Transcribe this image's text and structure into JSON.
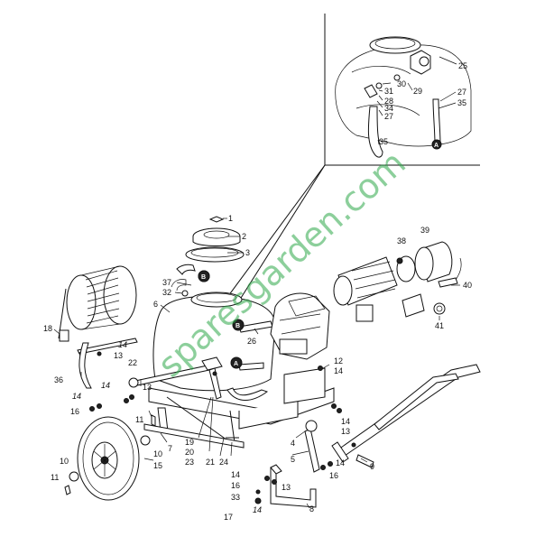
{
  "watermark": "sparesgarden.com",
  "callouts": {
    "inset": [
      "25",
      "30",
      "29",
      "31",
      "28",
      "34",
      "27",
      "27",
      "35",
      "35"
    ],
    "inset_markers": [
      "A"
    ],
    "main_markers": [
      "B",
      "B",
      "A"
    ],
    "main": [
      "1",
      "2",
      "3",
      "37",
      "32",
      "6",
      "18",
      "14",
      "13",
      "36",
      "22",
      "14",
      "14",
      "16",
      "13",
      "12",
      "14",
      "26",
      "39",
      "38",
      "40",
      "41",
      "11",
      "7",
      "10",
      "15",
      "10",
      "11",
      "19",
      "20",
      "23",
      "21",
      "24",
      "4",
      "5",
      "14",
      "13",
      "9",
      "14",
      "16",
      "13",
      "14",
      "16",
      "33",
      "17",
      "14",
      "8"
    ]
  }
}
